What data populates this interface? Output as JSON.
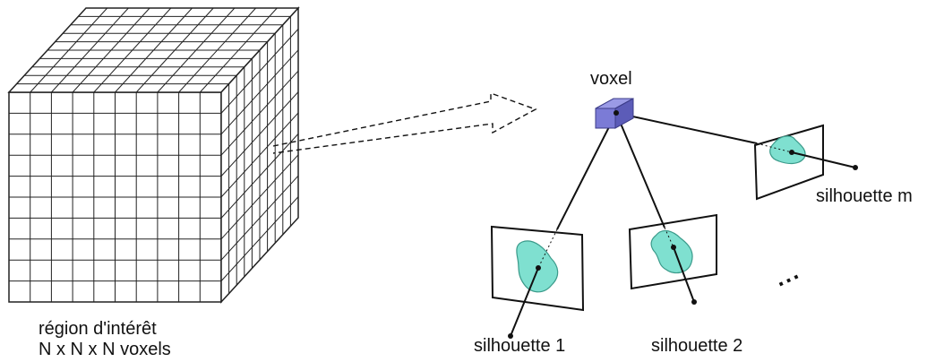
{
  "labels": {
    "region_line1": "région d'intérêt",
    "region_line2": "N x N x N voxels",
    "voxel": "voxel",
    "silhouette_1": "silhouette 1",
    "silhouette_2": "silhouette 2",
    "silhouette_m": "silhouette m",
    "ellipsis": "..."
  },
  "colors": {
    "stroke": "#111111",
    "grid": "#222222",
    "voxel_fill": "#7b7bd6",
    "voxel_face_dark": "#5c5cb8",
    "blob_fill": "#7fe0d0",
    "blob_stroke": "#3a9a8a",
    "background": "#ffffff"
  },
  "grid": {
    "divisions": 10
  }
}
